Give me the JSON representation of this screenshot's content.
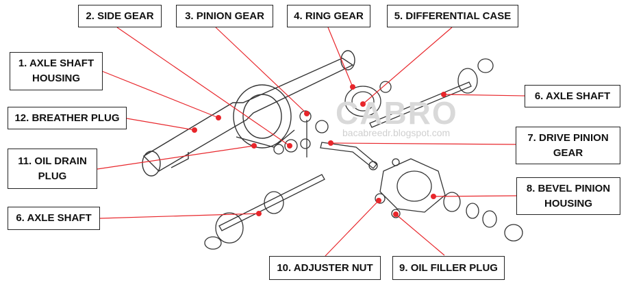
{
  "labels": {
    "axle_shaft_housing": "1. AXLE SHAFT HOUSING",
    "side_gear": "2. SIDE GEAR",
    "pinion_gear": "3. PINION GEAR",
    "ring_gear": "4. RING GEAR",
    "differential_case": "5. DIFFERENTIAL CASE",
    "axle_shaft_right": "6. AXLE SHAFT",
    "drive_pinion_gear": "7. DRIVE PINION GEAR",
    "bevel_pinion_housing": "8. BEVEL PINION HOUSING",
    "oil_filler_plug": "9. OIL FILLER PLUG",
    "adjuster_nut": "10. ADJUSTER NUT",
    "oil_drain_plug": "11. OIL DRAIN PLUG",
    "breather_plug": "12. BREATHER PLUG",
    "axle_shaft_left": "6. AXLE SHAFT"
  },
  "watermark": {
    "logo": "CABRO",
    "url": "bacabreedr.blogspot.com"
  },
  "colors": {
    "leader_line": "#e8262b",
    "marker_dot": "#e8262b",
    "drawing": "#333333"
  }
}
